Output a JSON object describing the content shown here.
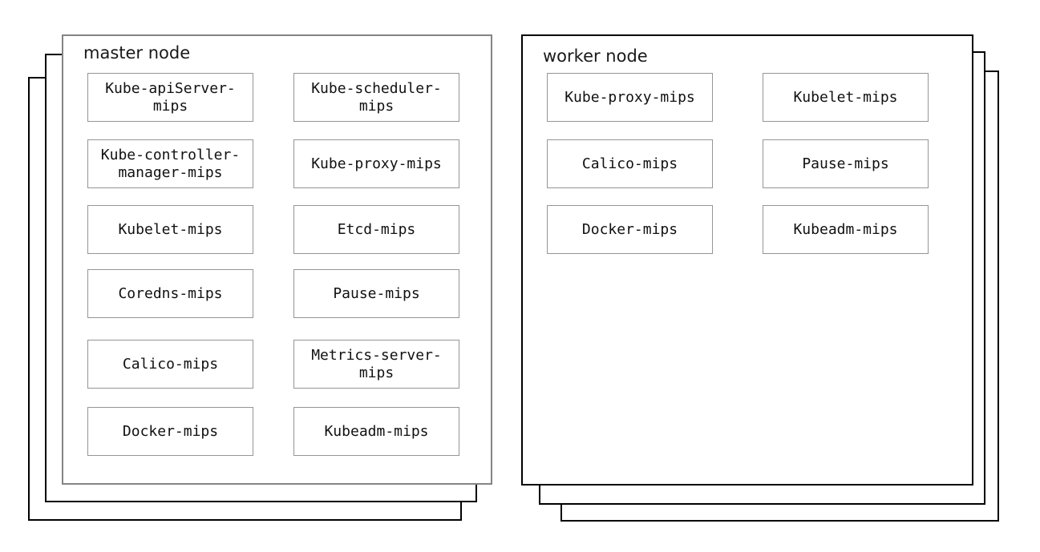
{
  "master": {
    "title": "master node",
    "components": [
      "Kube-apiServer-mips",
      "Kube-scheduler-mips",
      "Kube-controller-manager-mips",
      "Kube-proxy-mips",
      "Kubelet-mips",
      "Etcd-mips",
      "Coredns-mips",
      "Pause-mips",
      "Calico-mips",
      "Metrics-server-mips",
      "Docker-mips",
      "Kubeadm-mips"
    ]
  },
  "worker": {
    "title": "worker node",
    "components": [
      "Kube-proxy-mips",
      "Kubelet-mips",
      "Calico-mips",
      "Pause-mips",
      "Docker-mips",
      "Kubeadm-mips"
    ]
  },
  "colors": {
    "background": "#ffffff",
    "master_front_border": "#848484",
    "worker_front_border": "#000000",
    "stack_layer_border": "#000000",
    "component_border": "#959595",
    "text": "#111111"
  }
}
